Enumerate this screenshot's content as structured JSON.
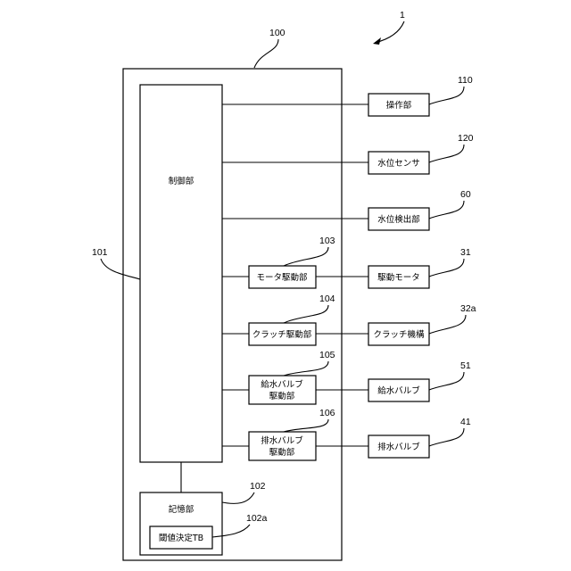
{
  "figure_ref": "1",
  "device": {
    "ref": "100",
    "control": {
      "label": "制御部",
      "ref": "101"
    },
    "storage": {
      "label": "記憶部",
      "ref": "102",
      "table": {
        "label": "閾値決定TB",
        "ref": "102a"
      }
    },
    "drivers": [
      {
        "label1": "モータ駆動部",
        "label2": "",
        "ref": "103"
      },
      {
        "label1": "クラッチ駆動部",
        "label2": "",
        "ref": "104"
      },
      {
        "label1": "給水バルブ",
        "label2": "駆動部",
        "ref": "105"
      },
      {
        "label1": "排水バルブ",
        "label2": "駆動部",
        "ref": "106"
      }
    ]
  },
  "peripherals": [
    {
      "label": "操作部",
      "ref": "110"
    },
    {
      "label": "水位センサ",
      "ref": "120"
    },
    {
      "label": "水位検出部",
      "ref": "60"
    },
    {
      "label": "駆動モータ",
      "ref": "31"
    },
    {
      "label": "クラッチ機構",
      "ref": "32a"
    },
    {
      "label": "給水バルブ",
      "ref": "51"
    },
    {
      "label": "排水バルブ",
      "ref": "41"
    }
  ]
}
